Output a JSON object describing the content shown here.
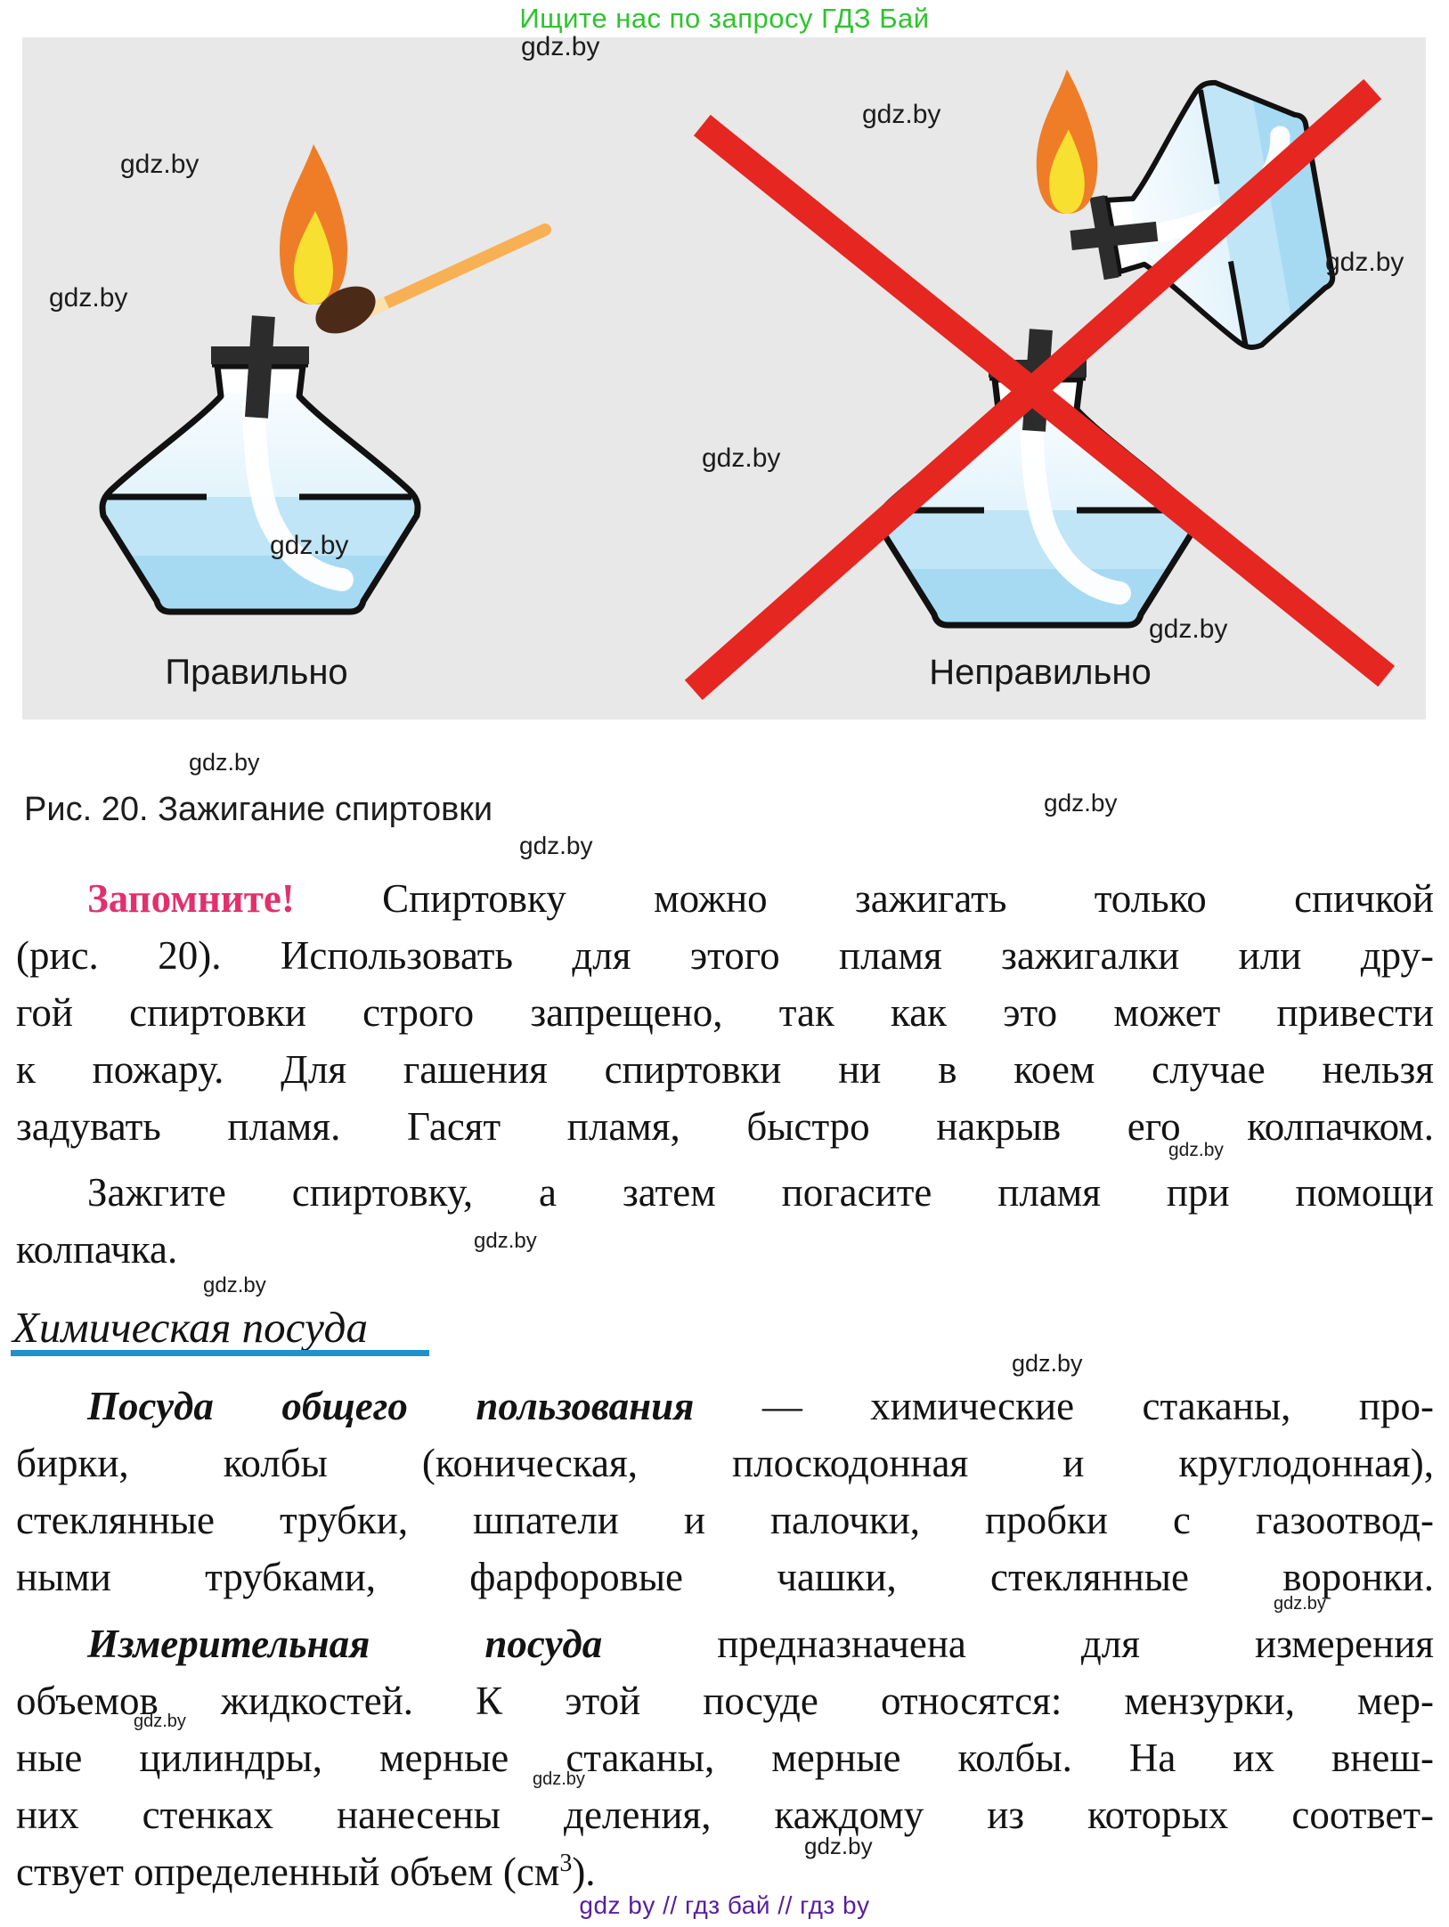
{
  "banner": {
    "text": "Ищите нас по запросу ГДЗ Бай"
  },
  "watermark": "gdz.by",
  "figure": {
    "label_correct": "Правильно",
    "label_incorrect": "Неправильно",
    "caption": "Рис. 20. Зажигание спиртовки"
  },
  "colors": {
    "banner_green": "#2ec42e",
    "panel_gray": "#e8e8e8",
    "cross_red": "#e62621",
    "flame_orange": "#ef7d28",
    "flame_yellow": "#f8e031",
    "liquid_blue": "#bfe5f6",
    "match_stick_orange": "#f8b054",
    "accent_pink": "#e2306e",
    "heading_underline_blue": "#2191ce",
    "footer_purple": "#5620a0"
  },
  "p1": {
    "lead": "Запомните!",
    "l1": " Спиртовку можно зажигать только спичкой",
    "l2": "(рис. 20). Использовать для этого пламя зажигалки или дру-",
    "l3": "гой спиртовки строго запрещено, так как это может привести",
    "l4": "к пожару. Для гашения спиртовки ни в коем случае нельзя",
    "l5": "задувать пламя. Гасят пламя, быстро накрыв его колпачком."
  },
  "p2": {
    "l1": "Зажгите спиртовку, а затем погасите пламя при помощи",
    "l2": "колпачка."
  },
  "heading": "Химическая посуда",
  "p3": {
    "lead": "Посуда общего пользования",
    "l1": " — химические стаканы, про-",
    "l2": "бирки, колбы (коническая, плоскодонная и круглодонная),",
    "l3": "стеклянные трубки, шпатели и палочки, пробки с газоотвод-",
    "l4": "ными трубками, фарфоровые чашки, стеклянные воронки."
  },
  "p4": {
    "lead": "Измерительная посуда",
    "l1": " предназначена для измерения",
    "l2": "объемов жидкостей. К этой посуде относятся: мензурки, мер-",
    "l3": "ные цилиндры, мерные стаканы, мерные колбы. На их внеш-",
    "l4": "них стенках нанесены деления, каждому из которых соответ-",
    "l5_pre": "ствует определенный объем (см",
    "l5_sup": "3",
    "l5_post": ")."
  },
  "footer": "gdz by  //  гдз бай  //  гдз by"
}
